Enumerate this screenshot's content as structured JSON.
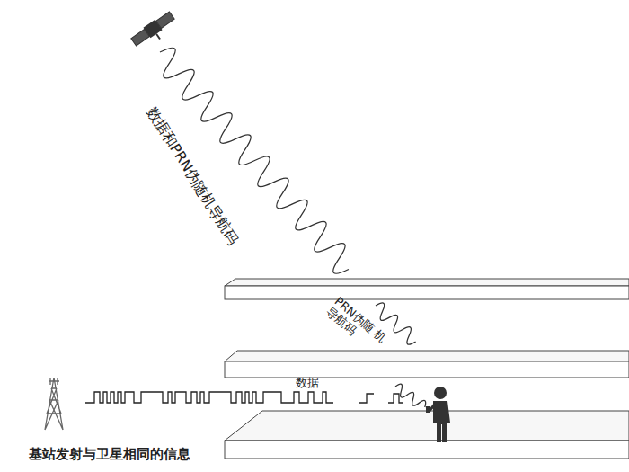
{
  "diagram": {
    "labels": [
      "数据和PRN伪随机导航码",
      "PRN伪随 机导航码",
      "数据",
      "基站发射与卫星相同的信息"
    ]
  }
}
